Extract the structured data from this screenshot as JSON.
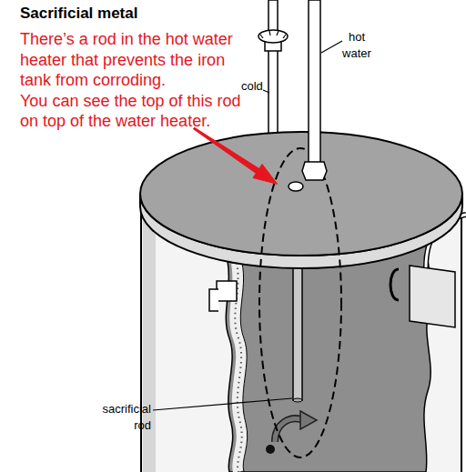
{
  "diagram": {
    "title": "Sacrificial metal",
    "labels": [
      "There’s a rod in the hot water heater that prevents the iron tank from corroding.",
      "You can see the top of this rod on top of the water heater.",
      "cold",
      "hot water",
      "sacrificial rod"
    ]
  }
}
